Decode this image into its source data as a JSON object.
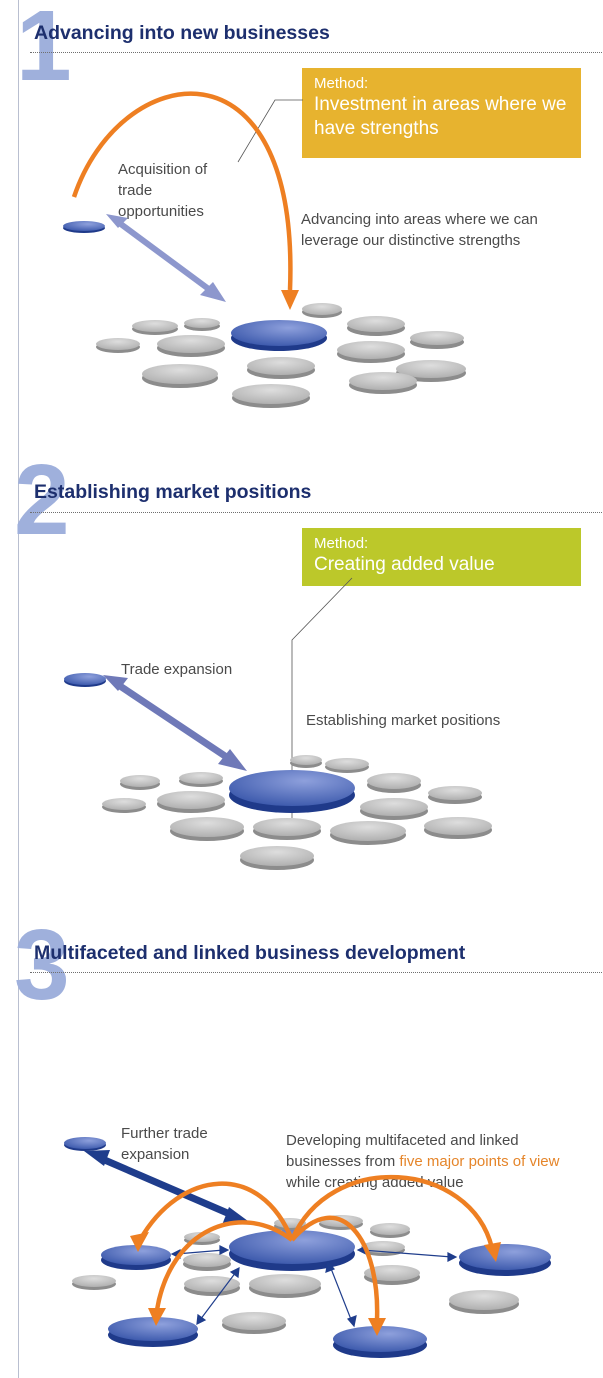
{
  "sections": [
    {
      "number": "1",
      "title": "Advancing into new businesses",
      "method_label": "Method:",
      "method_text": "Investment in areas where we have strengths",
      "left_caption": "Acquisition of trade opportunities",
      "right_caption": "Advancing into areas where we can leverage our distinctive strengths"
    },
    {
      "number": "2",
      "title": "Establishing market positions",
      "method_label": "Method:",
      "method_text": "Creating added value",
      "left_caption": "Trade expansion",
      "right_caption": "Establishing market positions"
    },
    {
      "number": "3",
      "title": "Multifaceted and linked business development",
      "left_caption": "Further trade expansion",
      "right_caption_pre": "Developing multifaceted and linked businesses from ",
      "right_caption_highlight": "five major points of view",
      "right_caption_post": " while creating added value"
    }
  ],
  "colors": {
    "number": "#9fb0dc",
    "title": "#1d2f6e",
    "method1_bg": "#e7b32f",
    "method2_bg": "#bcc82a",
    "arrow_orange": "#ee7f22",
    "arrow_light_blue": "#8d97cd",
    "arrow_dark_blue": "#1f3d8c",
    "disc_blue": "#2f4ea6",
    "disc_gray": "#a8a8a8",
    "highlight_text": "#e5852a"
  }
}
